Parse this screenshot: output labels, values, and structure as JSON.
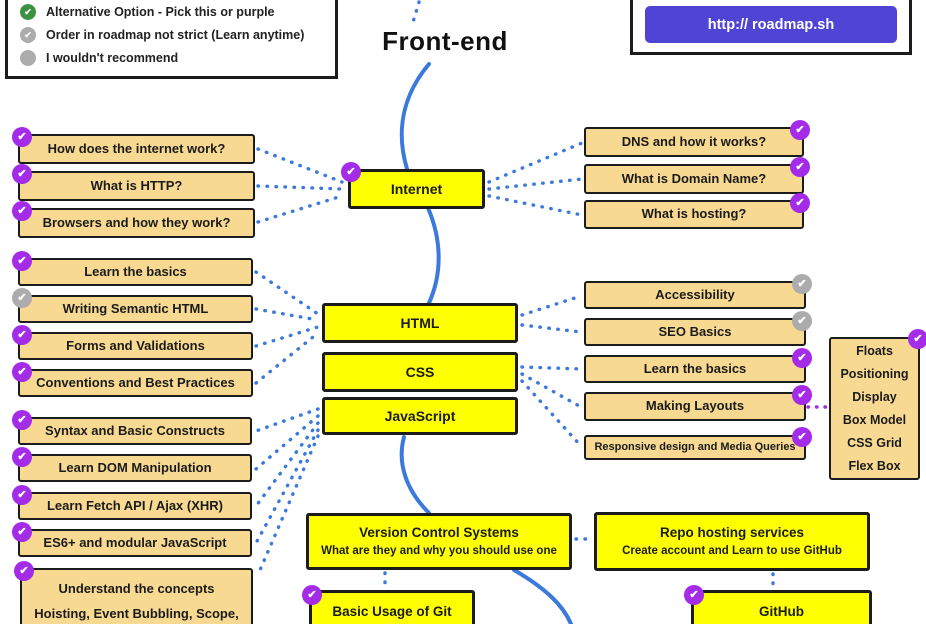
{
  "title": "Front-end",
  "link_button": {
    "label": "http:// roadmap.sh"
  },
  "legend": {
    "items": [
      {
        "badge": "green",
        "label": "Alternative Option - Pick this or purple"
      },
      {
        "badge": "gray",
        "label": "Order in roadmap not strict (Learn anytime)"
      },
      {
        "badge": "dot",
        "label": "I wouldn't recommend"
      }
    ]
  },
  "colors": {
    "node_yellow": "#FEFF00",
    "node_tan": "#F8D991",
    "badge_purple": "#A42BE8",
    "badge_gray": "#ACACAC",
    "badge_green": "#3F9142",
    "line_blue": "#3C79DC",
    "button_indigo": "#5044D4",
    "border_black": "#1C1C1C"
  },
  "nodes": {
    "internet": {
      "label": "Internet",
      "badge": "purple"
    },
    "html": {
      "label": "HTML"
    },
    "css": {
      "label": "CSS"
    },
    "javascript": {
      "label": "JavaScript"
    },
    "version_control": {
      "title": "Version Control Systems",
      "subtitle": "What are they and why you should use one"
    },
    "repo_hosting": {
      "title": "Repo hosting services",
      "subtitle": "Create account and Learn to use GitHub"
    },
    "basic_git": {
      "label": "Basic Usage of Git",
      "badge": "purple"
    },
    "github": {
      "label": "GitHub",
      "badge": "purple"
    },
    "concepts": {
      "badge": "purple",
      "line1": "Understand the concepts",
      "line2": "Hoisting, Event Bubbling, Scope,"
    },
    "css_box_model": {
      "badge": "purple",
      "lines": [
        "Floats",
        "Positioning",
        "Display",
        "Box Model",
        "CSS Grid",
        "Flex Box"
      ]
    }
  },
  "groups": {
    "internet_left": [
      {
        "label": "How does the internet work?",
        "badge": "purple"
      },
      {
        "label": "What is HTTP?",
        "badge": "purple"
      },
      {
        "label": "Browsers and how they work?",
        "badge": "purple"
      }
    ],
    "internet_right": [
      {
        "label": "DNS and how it works?",
        "badge": "purple"
      },
      {
        "label": "What is Domain Name?",
        "badge": "purple"
      },
      {
        "label": "What is hosting?",
        "badge": "purple"
      }
    ],
    "html_left": [
      {
        "label": "Learn the basics",
        "badge": "purple"
      },
      {
        "label": "Writing Semantic HTML",
        "badge": "gray"
      },
      {
        "label": "Forms and Validations",
        "badge": "purple"
      },
      {
        "label": "Conventions and Best Practices",
        "badge": "purple"
      }
    ],
    "html_css_right": [
      {
        "label": "Accessibility",
        "badge": "gray"
      },
      {
        "label": "SEO Basics",
        "badge": "gray"
      },
      {
        "label": "Learn the basics",
        "badge": "purple"
      },
      {
        "label": "Making Layouts",
        "badge": "purple"
      },
      {
        "label": "Responsive design and Media Queries",
        "badge": "purple"
      }
    ],
    "js_left": [
      {
        "label": "Syntax and Basic Constructs",
        "badge": "purple"
      },
      {
        "label": "Learn DOM Manipulation",
        "badge": "purple"
      },
      {
        "label": "Learn Fetch API / Ajax (XHR)",
        "badge": "purple"
      },
      {
        "label": "ES6+ and modular JavaScript",
        "badge": "purple"
      }
    ]
  }
}
